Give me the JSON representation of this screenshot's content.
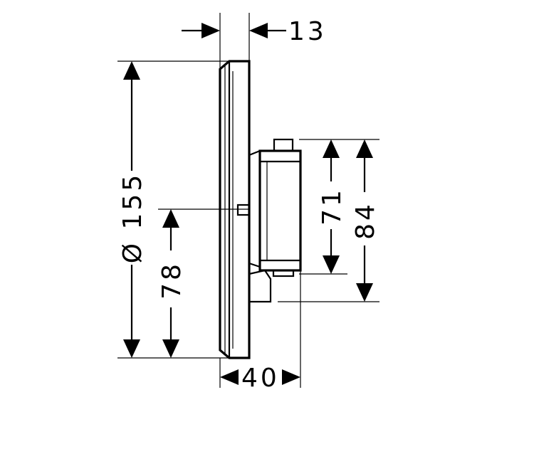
{
  "dimensions": {
    "top_depth": "13",
    "bottom_depth": "40",
    "diameter": "Ø 155",
    "center_height": "78",
    "body_inner": "71",
    "body_outer": "84"
  }
}
